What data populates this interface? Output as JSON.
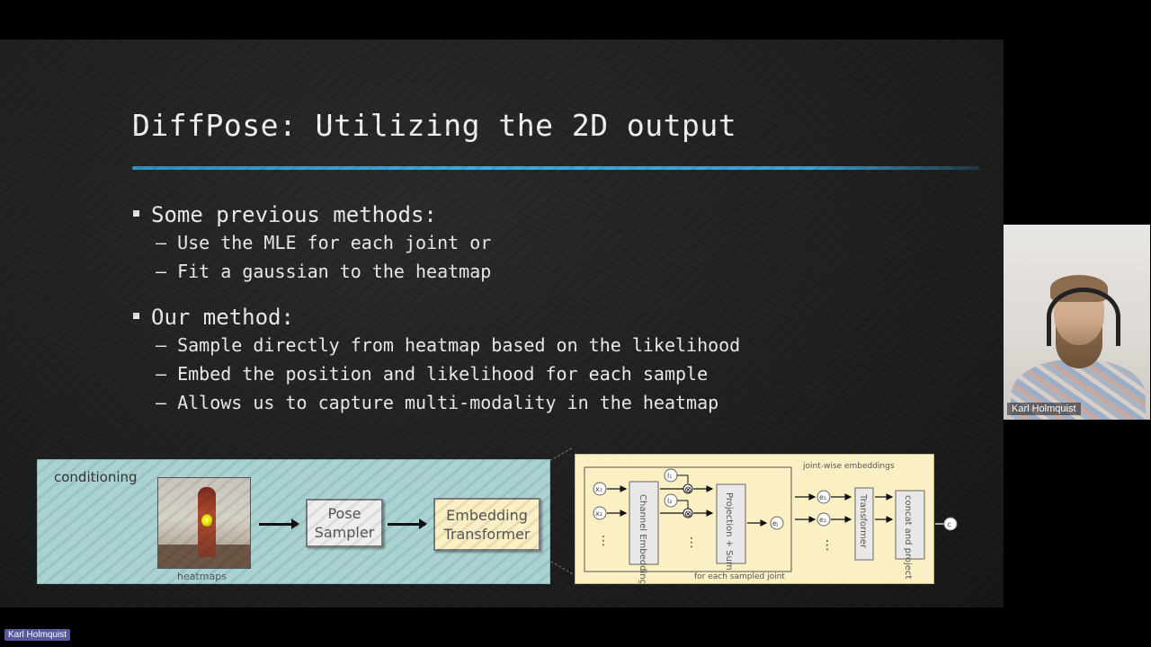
{
  "slide": {
    "title": "DiffPose: Utilizing the 2D output",
    "bullets": [
      {
        "text": "Some previous methods:",
        "sub": [
          "Use the MLE for each joint or",
          "Fit a gaussian to the heatmap"
        ]
      },
      {
        "text": "Our method:",
        "sub": [
          "Sample directly from heatmap based on the likelihood",
          "Embed the position and likelihood for each sample",
          "Allows us to capture multi-modality in the heatmap"
        ]
      }
    ],
    "dash": "–",
    "accent_color": "#3fa9d8"
  },
  "diagram": {
    "conditioning_label": "conditioning",
    "heatmaps_label": "heatmaps",
    "pose_sampler_label": "Pose Sampler",
    "embedding_transformer_label": "Embedding Transformer",
    "detail": {
      "joint_wise_label": "joint-wise embeddings",
      "channel_embedding_label": "Channel Embedding",
      "projection_sum_label": "Projection + Sum",
      "transformer_label": "Transformer",
      "concat_project_label": "concat and project",
      "for_each_label": "for each sampled joint",
      "x1": "x₁",
      "x2": "x₂",
      "l1": "l₁",
      "l2": "l₂",
      "e1": "e₁",
      "e2": "e₂",
      "ej": "eⱼ",
      "c": "c",
      "otimes": "⊗",
      "dots": "⋮"
    }
  },
  "participant": {
    "name": "Karl Holmquist"
  }
}
